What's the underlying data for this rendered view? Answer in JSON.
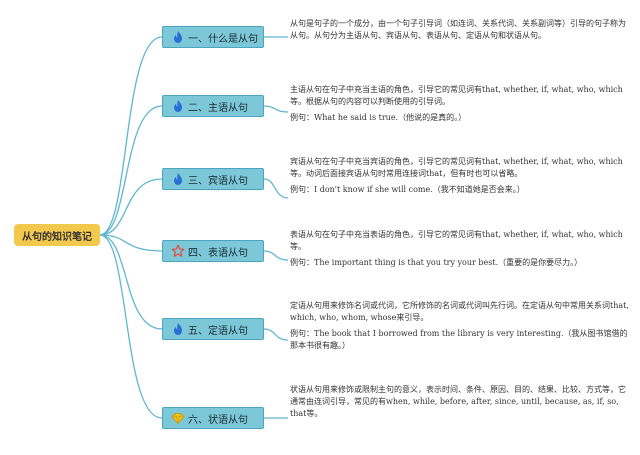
{
  "root": {
    "label": "从句的知识笔记"
  },
  "branches": [
    {
      "label": "一、什么是从句",
      "icon": "flame-icon",
      "text": "从句是句子的一个成分，由一个句子引导词（如连词、关系代词、关系副词等）引导的句子称为从句。从句分为主语从句、宾语从句、表语从句、定语从句和状语从句。",
      "example": ""
    },
    {
      "label": "二、主语从句",
      "icon": "flame-icon",
      "text": "主语从句在句子中充当主语的角色，引导它的常见词有that, whether, if, what, who, which等。根据从句的内容可以判断使用的引导词。",
      "example": "例句：What he said is true.（他说的是真的。）"
    },
    {
      "label": "三、宾语从句",
      "icon": "flame-icon",
      "text": "宾语从句在句子中充当宾语的角色，引导它的常见词有that, whether, if, what, who, which等。动词后面接宾语从句时常用连接词that，但有时也可以省略。",
      "example": "例句：I don't know if she will come.（我不知道她是否会来。）"
    },
    {
      "label": "四、表语从句",
      "icon": "star-icon",
      "text": "表语从句在句子中充当表语的角色，引导它的常见词有that, whether, if, what, who, which等。",
      "example": "例句：The important thing is that you try your best.（重要的是你要尽力。）"
    },
    {
      "label": "五、定语从句",
      "icon": "flame-icon",
      "text": "定语从句用来修饰名词或代词，它所修饰的名词或代词叫先行词。在定语从句中常用关系词that, which, who, whom, whose来引导。",
      "example": "例句：The book that I borrowed from the library is very interesting.（我从图书馆借的那本书很有趣。）"
    },
    {
      "label": "六、状语从句",
      "icon": "gem-icon",
      "text": "状语从句用来修饰或限制主句的意义，表示时间、条件、原因、目的、结果、比较、方式等，它通常由连词引导，常见的有when, while, before, after, since, until, because, as, if, so, that等。",
      "example": ""
    }
  ],
  "colors": {
    "line": "#5fb7cf",
    "topic_fill": "#7cc7d8",
    "root_fill": "#f3c94d",
    "flame": "#2b6fd6",
    "star": "#e84c3d",
    "gem": "#f2c21b"
  }
}
